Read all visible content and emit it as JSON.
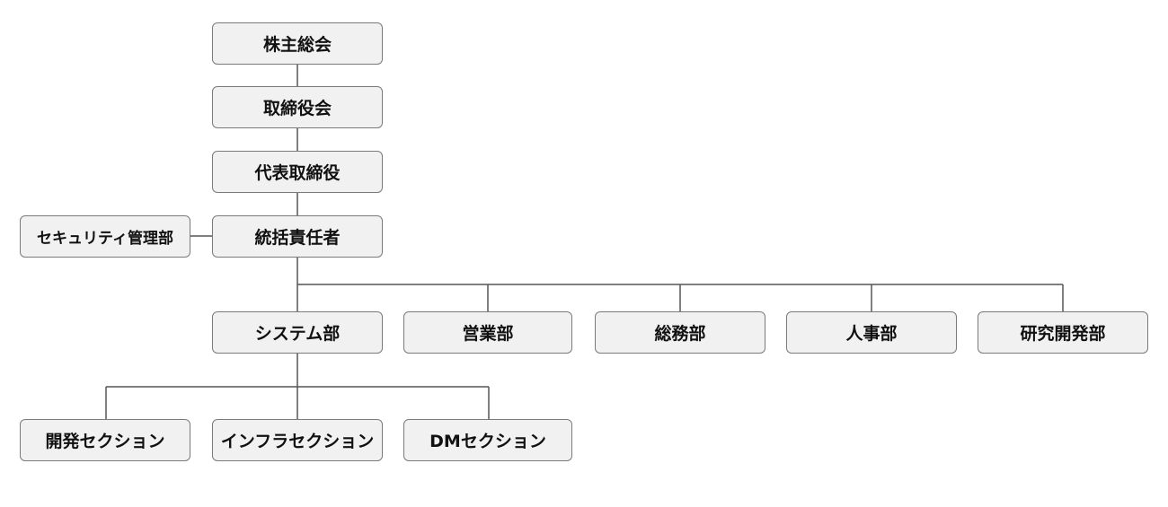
{
  "org_chart": {
    "shareholders_meeting": "株主総会",
    "board_of_directors": "取締役会",
    "representative_director": "代表取締役",
    "general_manager": "統括責任者",
    "security_department": "セキュリティ管理部",
    "departments": {
      "system": "システム部",
      "sales": "営業部",
      "general_affairs": "総務部",
      "human_resources": "人事部",
      "research_development": "研究開発部"
    },
    "sections": {
      "development": "開発セクション",
      "infrastructure": "インフラセクション",
      "dm": "DMセクション"
    }
  },
  "colors": {
    "box_fill": "#f1f1f1",
    "box_border": "#7a7a7a",
    "connector": "#555555",
    "text": "#111111"
  }
}
